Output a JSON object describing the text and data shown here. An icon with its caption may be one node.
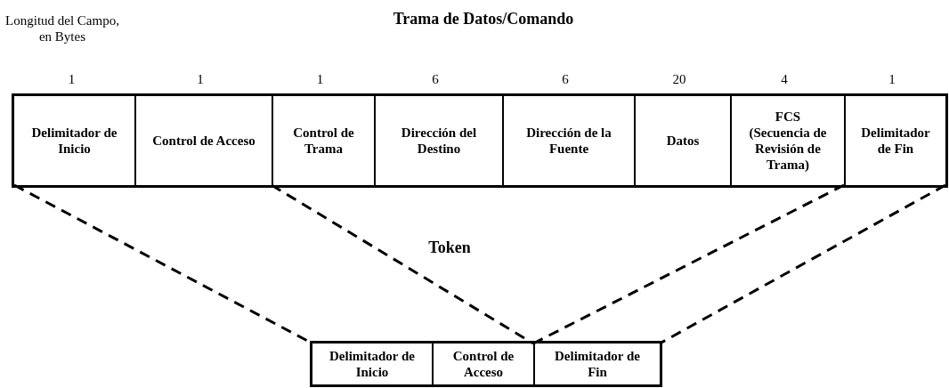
{
  "diagram": {
    "nodes": [
      {
        "text": [
          "Trama de Datos/Comando"
        ]
      },
      {
        "text": [
          "Delimitador de Inicio"
        ],
        "in": 0,
        "beside": [
          "1"
        ]
      },
      {
        "text": [
          "Control de Acceso"
        ],
        "in": 0,
        "beside": [
          "1"
        ]
      },
      {
        "text": [
          "Control de Trama"
        ],
        "in": 0,
        "beside": [
          "1"
        ]
      },
      {
        "text": [
          "Dirección del Destino"
        ],
        "in": 0,
        "beside": [
          "6"
        ]
      },
      {
        "text": [
          "Dirección de la Fuente"
        ],
        "in": 0,
        "beside": [
          "6"
        ]
      },
      {
        "text": [
          "Datos"
        ],
        "in": 0,
        "beside": [
          "20"
        ]
      },
      {
        "text": [
          "FCS",
          "(Secuencia de Revisión de Trama)"
        ],
        "in": 0,
        "beside": [
          "4"
        ]
      },
      {
        "text": [
          "Delimitador de Fin"
        ],
        "in": 0,
        "beside": [
          "1"
        ]
      },
      {
        "text": [],
        "shape": "box"
      },
      {
        "text": [
          "Delimitador de Inicio"
        ],
        "in": 9
      },
      {
        "text": [
          "Control de Acceso"
        ],
        "in": 9
      },
      {
        "text": [
          "Delimitador de Fin"
        ],
        "in": 9
      }
    ],
    "edges": [
      {
        "from": 1,
        "to": 10,
        "arrow": "none",
        "style": "dashed"
      },
      {
        "from": 2,
        "to": 11,
        "arrow": "none",
        "style": "dashed"
      },
      {
        "from": 8,
        "to": 12,
        "arrow": "none",
        "style": "dashed"
      },
      {
        "from": 8,
        "to": 12,
        "arrow": "none",
        "style": "dashed"
      }
    ],
    "labels": [
      "Longitud del Campo, en Bytes",
      "Token"
    ]
  }
}
